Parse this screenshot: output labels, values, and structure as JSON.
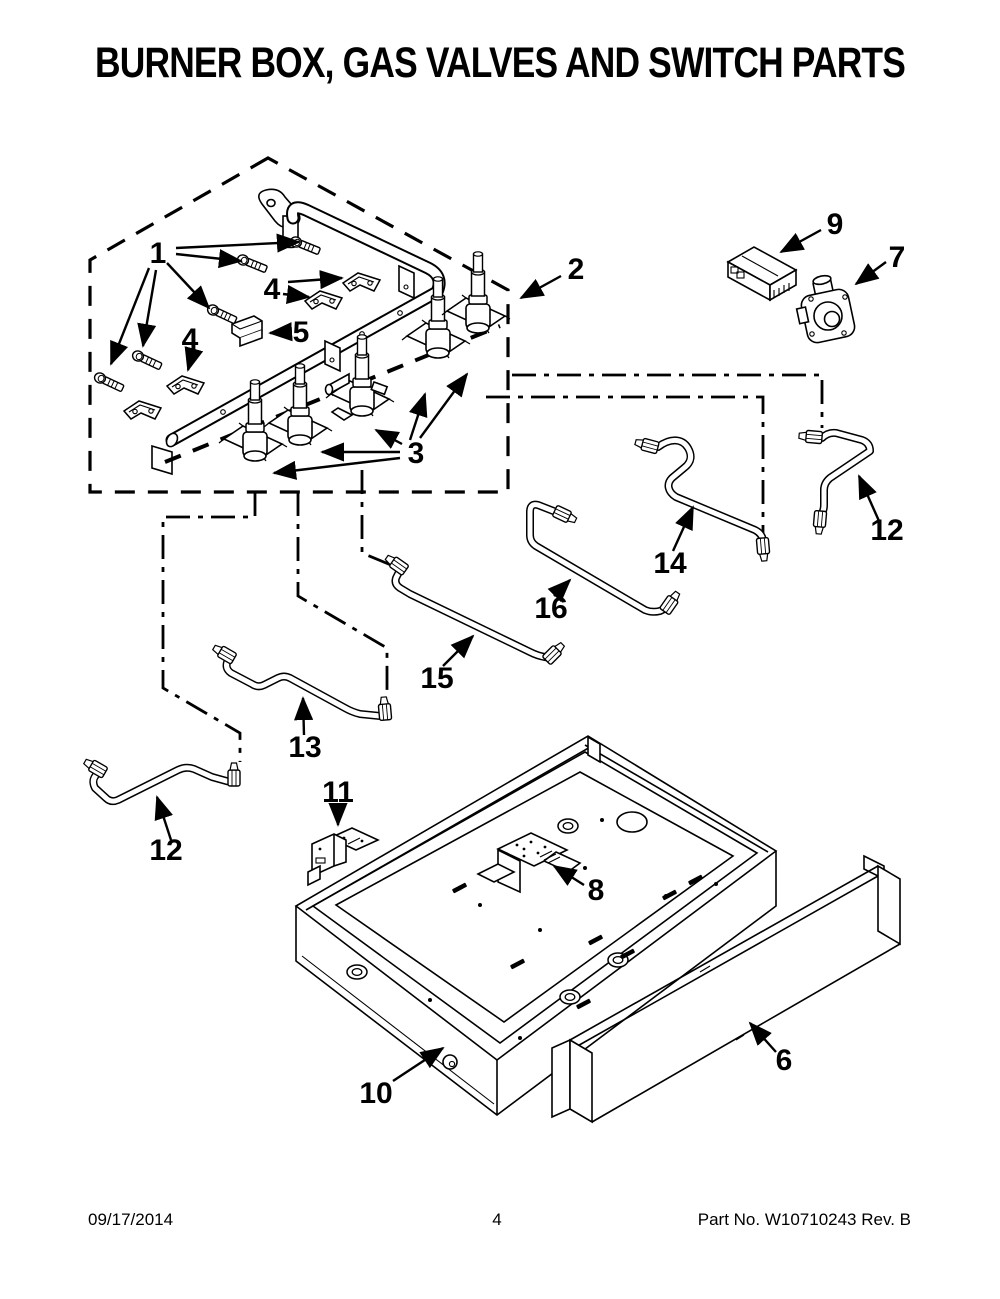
{
  "page": {
    "title": "BURNER BOX, GAS VALVES AND SWITCH PARTS",
    "footer": {
      "date": "09/17/2014",
      "page_number": "4",
      "part_info": "Part No.  W10710243   Rev.  B"
    },
    "colors": {
      "ink": "#000000",
      "background": "#ffffff"
    }
  },
  "diagram": {
    "type": "exploded-parts-diagram",
    "callouts": [
      {
        "label": "1"
      },
      {
        "label": "2"
      },
      {
        "label": "3"
      },
      {
        "label": "4"
      },
      {
        "label": "4"
      },
      {
        "label": "5"
      },
      {
        "label": "6"
      },
      {
        "label": "7"
      },
      {
        "label": "8"
      },
      {
        "label": "9"
      },
      {
        "label": "10"
      },
      {
        "label": "11"
      },
      {
        "label": "12"
      },
      {
        "label": "12"
      },
      {
        "label": "13"
      },
      {
        "label": "14"
      },
      {
        "label": "15"
      },
      {
        "label": "16"
      }
    ]
  }
}
